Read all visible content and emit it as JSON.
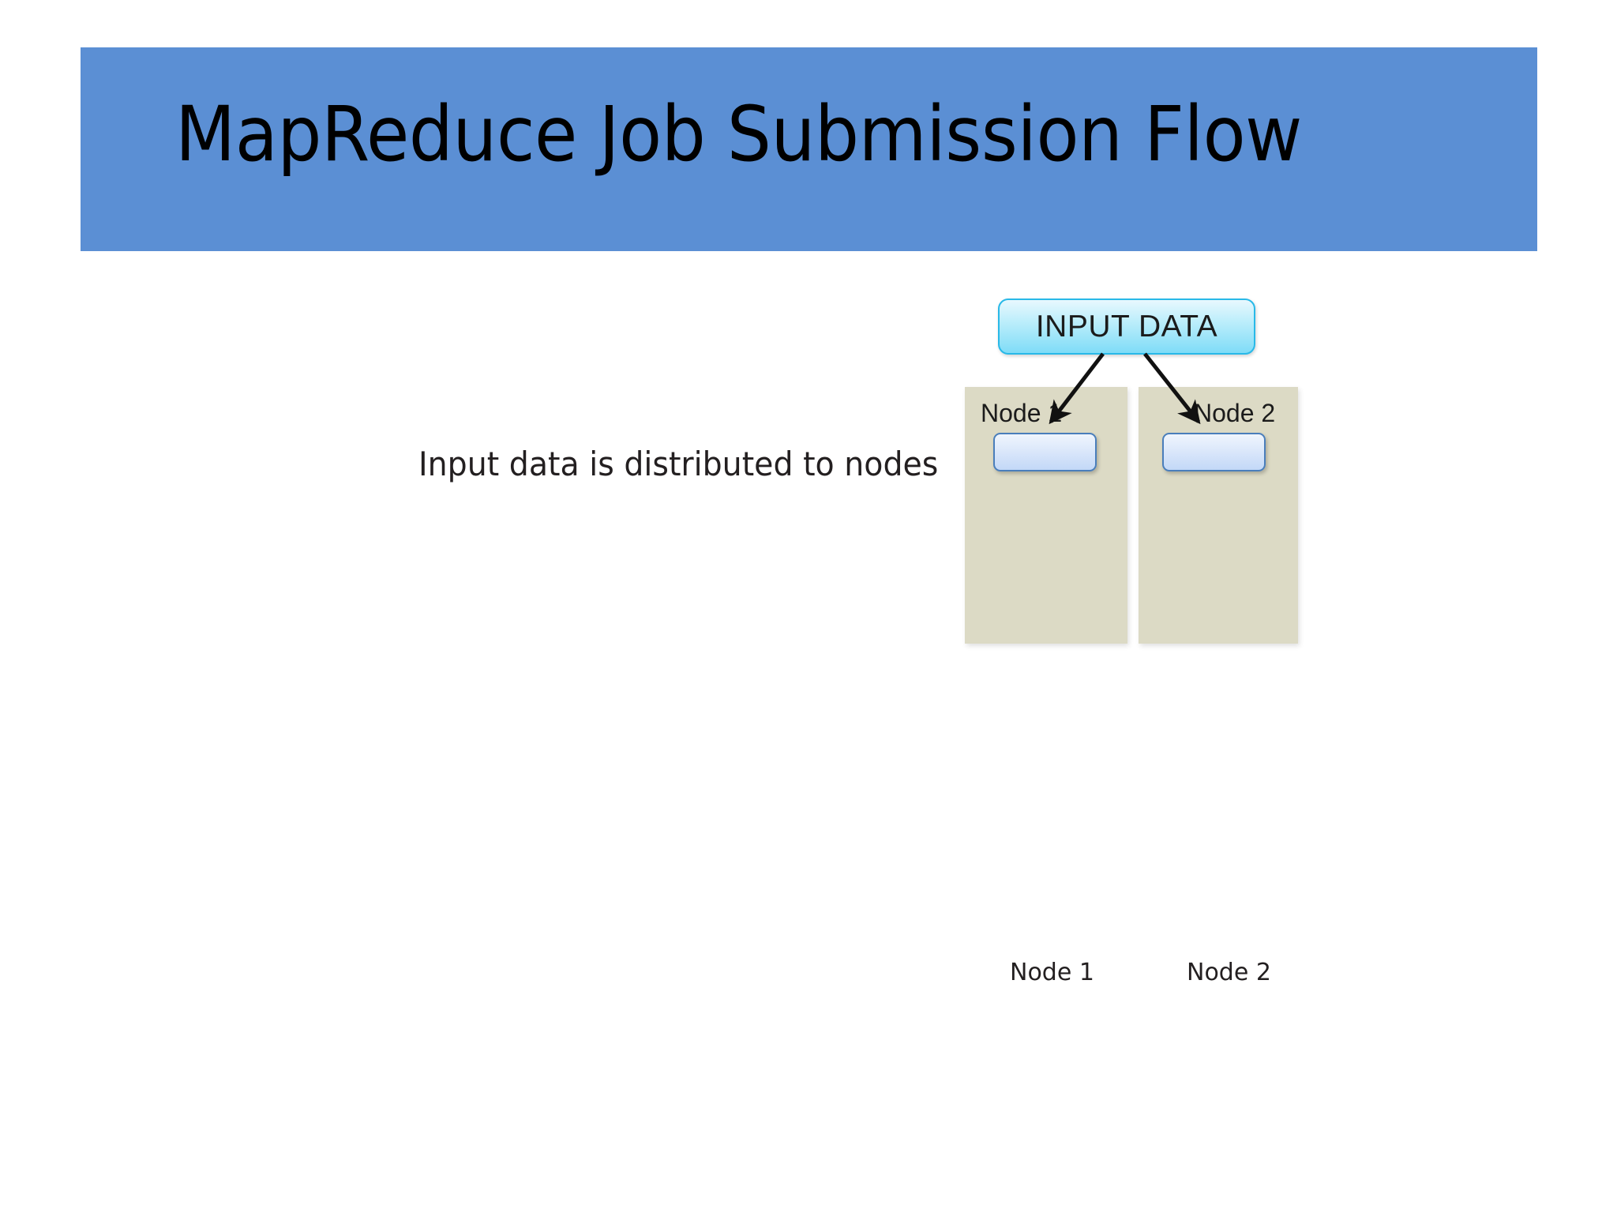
{
  "slide": {
    "title": "MapReduce Job Submission Flow",
    "banner_color": "#5b8fd4",
    "background_color": "#ffffff",
    "body_caption": "Input data is distributed to nodes"
  },
  "diagram": {
    "input_box": {
      "label": "INPUT DATA",
      "fill_top": "#e8f8fe",
      "fill_bottom": "#7fdcf7",
      "border_color": "#29b9e8"
    },
    "panels": [
      {
        "label": "Node 1",
        "fill": "#dcdac5"
      },
      {
        "label": "Node 2",
        "fill": "#dcdac5"
      }
    ],
    "task_boxes": [
      {
        "label": "",
        "fill_top": "#f0f5fd",
        "fill_bottom": "#c3d8f7",
        "border_color": "#4a7ebb"
      },
      {
        "label": "",
        "fill_top": "#f0f5fd",
        "fill_bottom": "#c3d8f7",
        "border_color": "#4a7ebb"
      }
    ],
    "arrows": [
      {
        "from": "input-data-box",
        "to": "task-box-1",
        "color": "#000000"
      },
      {
        "from": "input-data-box",
        "to": "task-box-2",
        "color": "#000000"
      }
    ]
  },
  "bottom_labels": [
    {
      "text": "Node 1"
    },
    {
      "text": "Node 2"
    }
  ]
}
